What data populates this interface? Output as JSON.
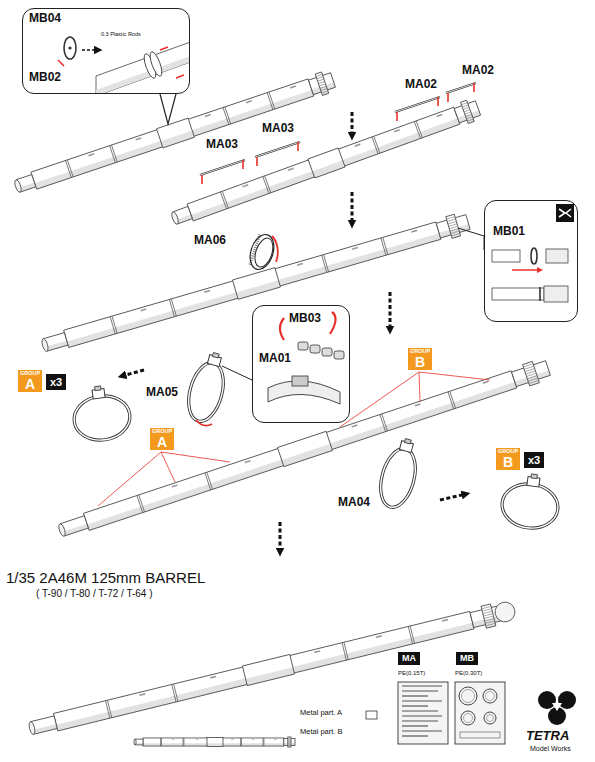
{
  "diagram": {
    "title": "1/35 2A46M 125mm BARREL",
    "nodes": [
      {
        "text": [
          "MB04",
          "MB02",
          "0.3 Plastic Rods"
        ]
      },
      {
        "text": [
          "MB01"
        ]
      },
      {
        "text": [
          "MB03",
          "MA01"
        ]
      },
      {
        "text": [
          "GROUP",
          "A"
        ]
      },
      {
        "text": [
          "x3"
        ]
      },
      {
        "text": [
          "GROUP",
          "A"
        ]
      },
      {
        "text": [
          "GROUP",
          "B"
        ]
      },
      {
        "text": [
          "GROUP",
          "B"
        ]
      },
      {
        "text": [
          "x3"
        ]
      },
      {
        "text": [
          "MA"
        ]
      },
      {
        "text": [
          "MB"
        ]
      }
    ],
    "labels": [
      "MA02",
      "MA02",
      "MA03",
      "MA03",
      "MA06",
      "MA05",
      "MA04",
      "( T-90 / T-80 / T-72 / T-64 )",
      "PE(0.15T)",
      "PE(0.30T)",
      "Metal part. A",
      "Metal part. B",
      "TETRA",
      "Model Works"
    ]
  }
}
